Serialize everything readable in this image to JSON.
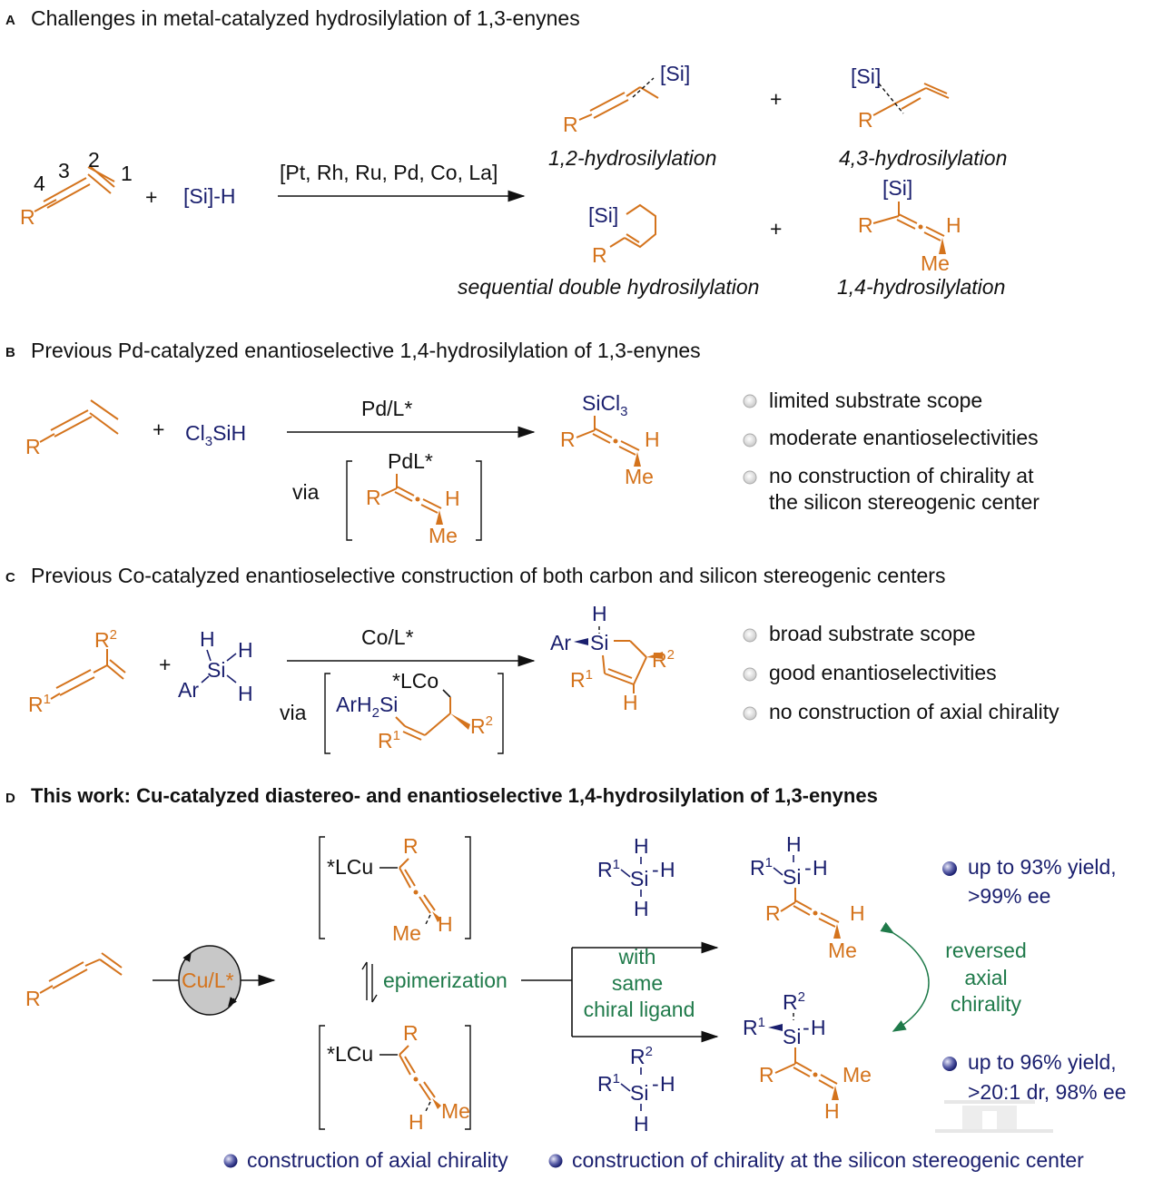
{
  "colors": {
    "substrate": "#d4731c",
    "silicon": "#1a1f6e",
    "annotation": "#1f7a4a",
    "text": "#111111"
  },
  "panelA": {
    "letter": "A",
    "title": "Challenges in metal-catalyzed hydrosilylation of 1,3-enynes",
    "positions": [
      "4",
      "3",
      "2",
      "1"
    ],
    "R": "R",
    "plus": "+",
    "silane": "[Si]-H",
    "catalysts": "[Pt, Rh, Ru, Pd, Co, La]",
    "si_label": "[Si]",
    "h_label": "H",
    "me_label": "Me",
    "products": [
      {
        "label": "1,2-hydrosilylation"
      },
      {
        "label": "4,3-hydrosilylation"
      },
      {
        "label": "sequential double hydrosilylation"
      },
      {
        "label": "1,4-hydrosilylation"
      }
    ]
  },
  "panelB": {
    "letter": "B",
    "title": "Previous Pd-catalyzed enantioselective 1,4-hydrosilylation of 1,3-enynes",
    "R": "R",
    "plus": "+",
    "silane_main": "Cl",
    "silane_sub": "3",
    "silane_rest": "SiH",
    "catalyst": "Pd/L*",
    "via": "via",
    "intermediate_metal": "PdL*",
    "product_si_main": "SiCl",
    "product_si_sub": "3",
    "h_label": "H",
    "me_label": "Me",
    "notes": [
      "limited substrate scope",
      "moderate enantioselectivities",
      "no construction of chirality at",
      "the silicon stereogenic center"
    ]
  },
  "panelC": {
    "letter": "C",
    "title": "Previous Co-catalyzed enantioselective construction of both carbon and silicon stereogenic centers",
    "R1": "R",
    "R2": "R",
    "sup1": "1",
    "sup2": "2",
    "plus": "+",
    "si": "Si",
    "h": "H",
    "ar": "Ar",
    "catalyst": "Co/L*",
    "via": "via",
    "intermediate_co": "*LCo",
    "intermediate_si_a": "ArH",
    "intermediate_si_sub": "2",
    "intermediate_si_b": "Si",
    "notes": [
      "broad substrate scope",
      "good enantioselectivities",
      "no construction of axial chirality"
    ]
  },
  "panelD": {
    "letter": "D",
    "title": "This work: Cu-catalyzed diastereo- and enantioselective 1,4-hydrosilylation of 1,3-enynes",
    "R": "R",
    "catalyst": "Cu/L*",
    "lcu": "*LCu",
    "me": "Me",
    "h": "H",
    "si": "Si",
    "r1_base": "R",
    "r2_base": "R",
    "sup1": "1",
    "sup2": "2",
    "epimerization": "epimerization",
    "condition_lines": [
      "with",
      "same",
      "chiral ligand"
    ],
    "reversed_lines": [
      "reversed",
      "axial",
      "chirality"
    ],
    "result_top": [
      "up to 93% yield,",
      ">99% ee"
    ],
    "result_bottom": [
      "up to 96% yield,",
      ">20:1 dr, 98% ee"
    ],
    "footer": [
      "construction of axial chirality",
      "construction of chirality at the silicon stereogenic center"
    ]
  }
}
